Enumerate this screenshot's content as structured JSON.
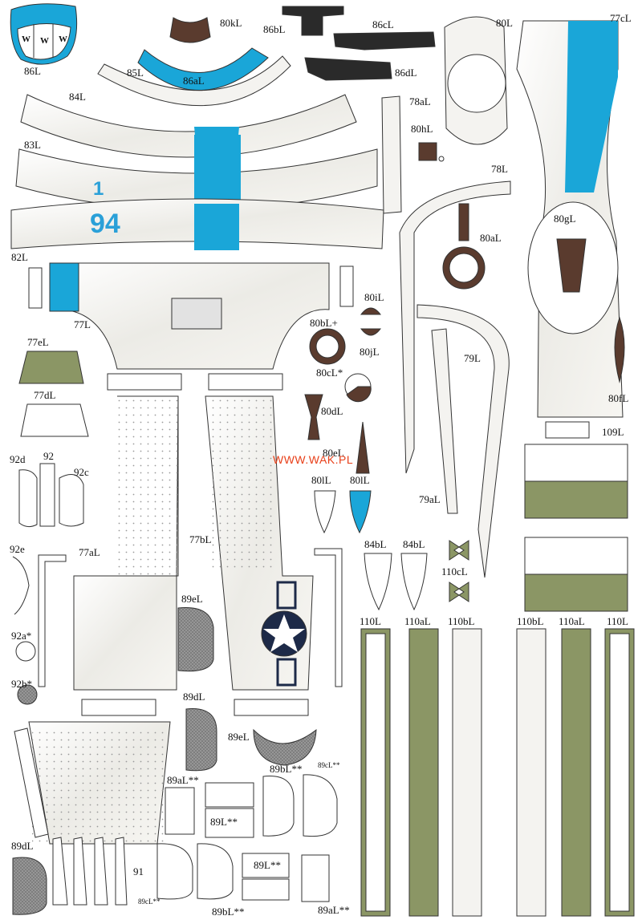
{
  "sheet": {
    "watermark": "WWW.WAK.PL",
    "tail_number": "94",
    "tail_digit": "1",
    "seat_letter": "W",
    "colors": {
      "paper": "#ffffff",
      "skin": "#f4f3f0",
      "outline": "#333333",
      "blue": "#1aa6d8",
      "olive": "#8b9665",
      "dark": "#2a2a2a",
      "brown": "#5a3b2e",
      "navy": "#1d2a48"
    }
  },
  "labels": {
    "l86L": "86L",
    "l80kL": "80kL",
    "l86bL": "86bL",
    "l86cL": "86cL",
    "l80L": "80L",
    "l77cL": "77cL",
    "l85L": "85L",
    "l86aL": "86aL",
    "l86dL": "86dL",
    "l84L": "84L",
    "l78aL": "78aL",
    "l80hL": "80hL",
    "l83L": "83L",
    "l78L": "78L",
    "l80gL": "80gL",
    "l80aL": "80aL",
    "l82L": "82L",
    "l77L": "77L",
    "l80iL": "80iL",
    "l80bLp": "80bL+",
    "l80jL": "80jL",
    "l77eL": "77eL",
    "l80cLs": "80cL*",
    "l79L": "79L",
    "l77dL": "77dL",
    "l80dL": "80dL",
    "l80fL": "80fL",
    "l109L": "109L",
    "l92d": "92d",
    "l92": "92",
    "l92c": "92c",
    "l80eL": "80eL",
    "l80lL_a": "80lL",
    "l80lL_b": "80lL",
    "l79aL": "79aL",
    "l92e": "92e",
    "l77aL": "77aL",
    "l77bL": "77bL",
    "l84bL_a": "84bL",
    "l84bL_b": "84bL",
    "l110cL": "110cL",
    "l89eL_a": "89eL",
    "l92as": "92a*",
    "l110L_a": "110L",
    "l110aL_a": "110aL",
    "l110bL_a": "110bL",
    "l110bL_b": "110bL",
    "l110aL_b": "110aL",
    "l110L_b": "110L",
    "l92bs": "92b*",
    "l89dL_a": "89dL",
    "l89eL_b": "89eL",
    "l89aLss_a": "89aL**",
    "l89bLss_a": "89bL**",
    "l89cLss_a": "89cL**",
    "l89Lss_a": "89L**",
    "l89dL_b": "89dL",
    "l91": "91",
    "l89cLss_b": "89cL**",
    "l89Lss_b": "89L**",
    "l89bLss_b": "89bL**",
    "l89aLss_b": "89aL**"
  }
}
